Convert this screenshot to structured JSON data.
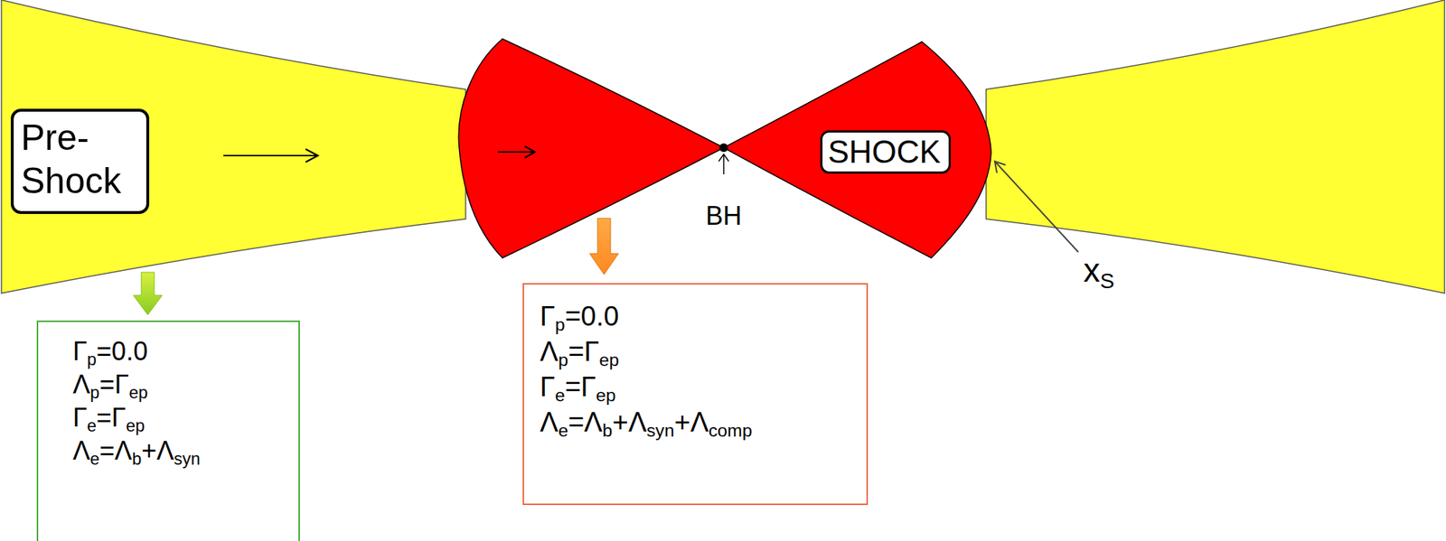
{
  "diagram": {
    "nodes": [
      {
        "text": [
          "Pre- Shock"
        ]
      },
      {
        "text": [
          "SHOCK"
        ]
      },
      {
        "text": [
          "Γp=0.0",
          "Λp=Γep",
          "Γe=Γep",
          "Λe=Λb+Λsyn"
        ]
      },
      {
        "text": [
          "Γp=0.0",
          "Λp=Γep",
          "Γe=Γep",
          "Λe=Λb+Λsyn+Λcomp"
        ]
      }
    ],
    "labels": [
      "BH",
      "xS"
    ]
  }
}
